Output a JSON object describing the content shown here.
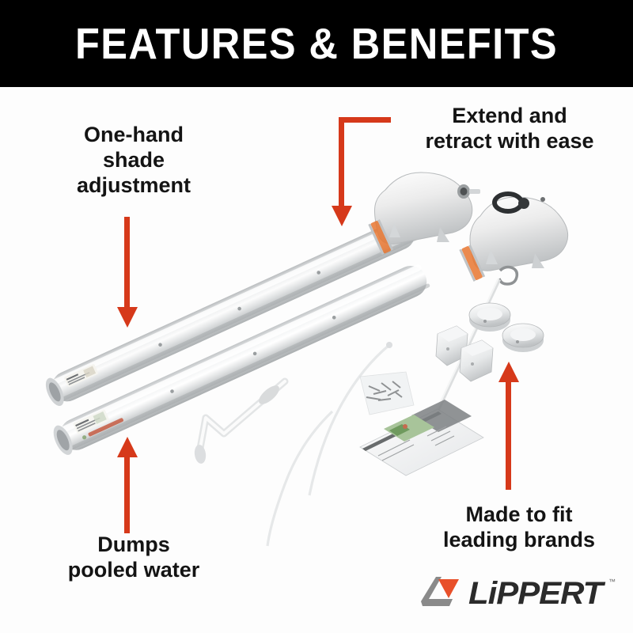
{
  "header": {
    "title": "FEATURES & BENEFITS",
    "background_color": "#000000",
    "text_color": "#ffffff"
  },
  "theme": {
    "arrow_color": "#D6391A",
    "label_color": "#141414",
    "background_color": "#fdfdfd",
    "logo_orange": "#E8502A",
    "logo_gray": "#8A8A8A",
    "logo_text_color": "#2b2b2b"
  },
  "callouts": [
    {
      "id": "one-hand-shade-adjustment",
      "text": "One-hand\nshade\nadjustment",
      "arrow": "down"
    },
    {
      "id": "extend-and-retract-with-ease",
      "text": "Extend and\nretract with ease",
      "arrow": "elbow-down"
    },
    {
      "id": "dumps-pooled-water",
      "text": "Dumps\npooled water",
      "arrow": "up"
    },
    {
      "id": "made-to-fit-leading-brands",
      "text": "Made to fit\nleading brands",
      "arrow": "up"
    }
  ],
  "product": {
    "description": "Two white RV awning roller tubes shown diagonally with motor end housings, plus included accessories",
    "parts": [
      "awning-roller-tube-upper",
      "awning-roller-tube-lower",
      "motor-housing-upper",
      "motor-housing-lower",
      "crank-handle",
      "pull-cord",
      "pull-cord-secondary",
      "mounting-bracket-left",
      "mounting-bracket-right",
      "end-cap-upper",
      "end-cap-lower",
      "hardware-screw-bag",
      "instruction-manual"
    ]
  },
  "logo": {
    "brand": "LiPPERT",
    "trademark": "™",
    "mark": "lippert-chevron-mark"
  }
}
